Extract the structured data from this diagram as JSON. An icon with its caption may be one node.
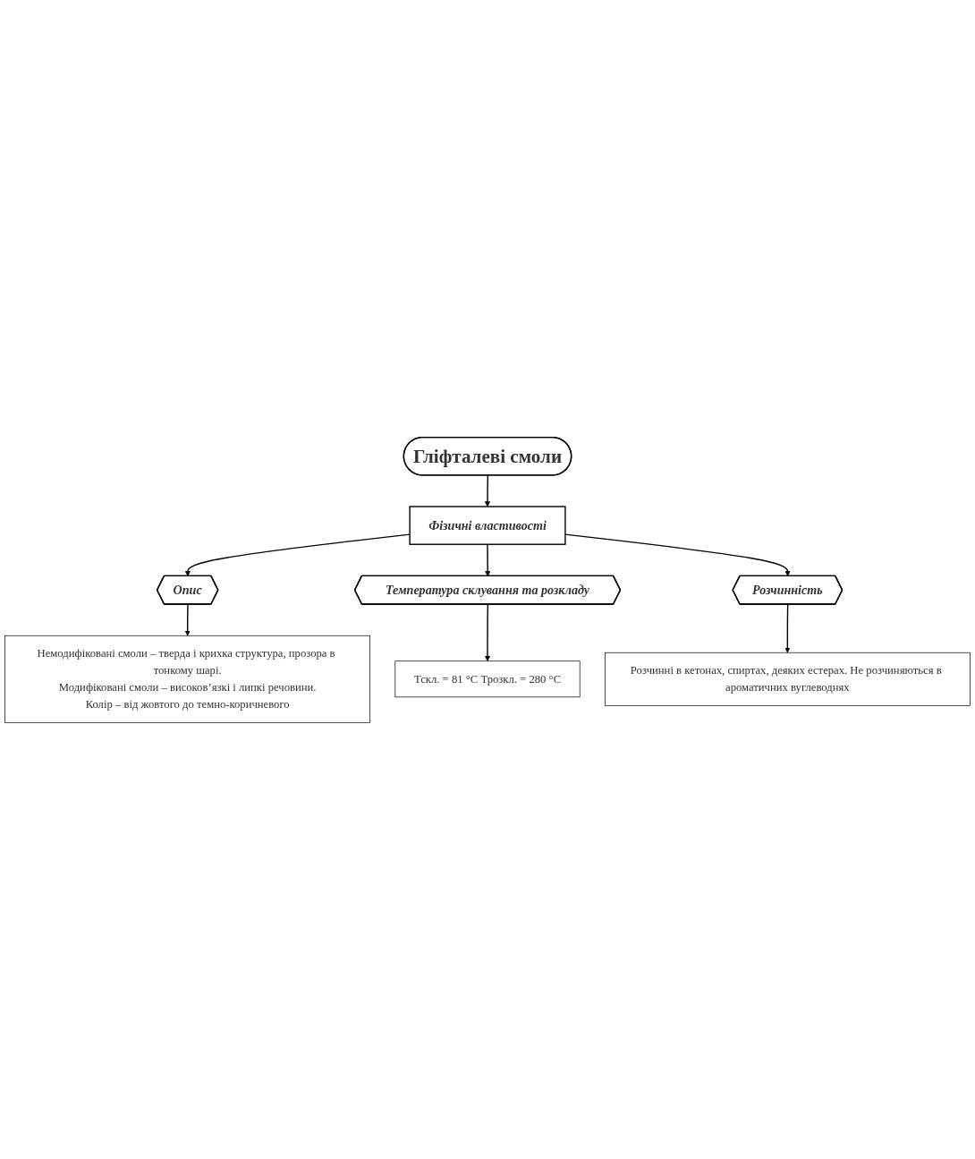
{
  "diagram": {
    "nodes": [
      {
        "text": [
          "Гліфталеві смоли"
        ]
      },
      {
        "text": [
          "Фізичні властивості"
        ]
      },
      {
        "text": [
          "Опис"
        ]
      },
      {
        "text": [
          "Немодифіковані смоли – тверда і крихка структура, прозора в тонкому шарі.",
          "Модифіковані смоли – високов’язкі і липкі речовини.",
          "Колір – від жовтого до темно-коричневого"
        ]
      },
      {
        "text": [
          "Температура склування та розкладу"
        ]
      },
      {
        "text": [
          "Тскл. = 81 °C Трозкл. = 280 °C"
        ]
      },
      {
        "text": [
          "Розчинність"
        ]
      },
      {
        "text": [
          "Розчинні в кетонах, спиртах, деяких естерах. Не розчиняються в ароматичних вуглеводнях"
        ]
      }
    ],
    "edges": [
      {
        "from": 0,
        "to": 1,
        "arrow": "to"
      },
      {
        "from": 1,
        "to": 2,
        "arrow": "to"
      },
      {
        "from": 2,
        "to": 3,
        "arrow": "to"
      },
      {
        "from": 1,
        "to": 4,
        "arrow": "to"
      },
      {
        "from": 4,
        "to": 5,
        "arrow": "to"
      },
      {
        "from": 1,
        "to": 6,
        "arrow": "to"
      },
      {
        "from": 6,
        "to": 7,
        "arrow": "to"
      }
    ]
  }
}
